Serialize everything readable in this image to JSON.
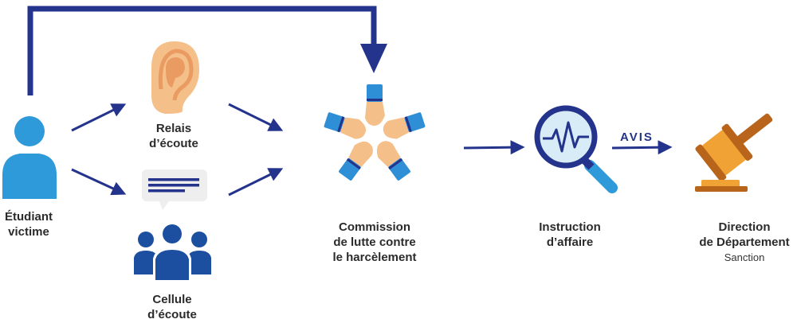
{
  "nodes": {
    "student": {
      "lines": [
        "Étudiant",
        "victime"
      ]
    },
    "relais": {
      "lines": [
        "Relais",
        "d’écoute"
      ]
    },
    "cellule": {
      "lines": [
        "Cellule",
        "d’écoute"
      ]
    },
    "commission": {
      "lines": [
        "Commission",
        "de lutte contre",
        "le harcèlement"
      ]
    },
    "instruction": {
      "lines": [
        "Instruction",
        "d’affaire"
      ]
    },
    "direction": {
      "lines": [
        "Direction",
        "de Département"
      ],
      "sub": "Sanction"
    }
  },
  "edge_label": "AVIS",
  "icons": {
    "student": "person-icon",
    "relais": "ear-icon",
    "cellule": "chat-group-icon",
    "commission": "joined-hands-icon",
    "instruction": "magnifier-chart-icon",
    "direction": "gavel-icon"
  },
  "colors": {
    "arrow": "#24338c",
    "person": "#2f9ad9",
    "group": "#1d4fa0",
    "ear": "#f5bf8a",
    "sleeve": "#2f8fd6",
    "gavel": "#f0a334",
    "gavel_dark": "#b8651b"
  }
}
